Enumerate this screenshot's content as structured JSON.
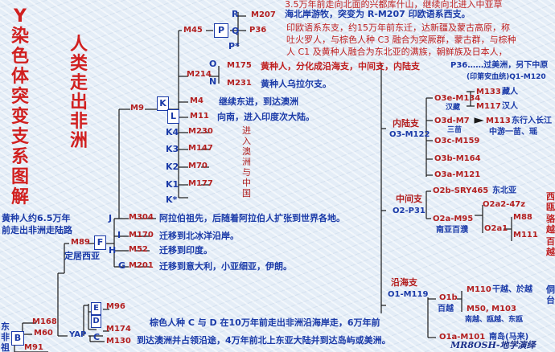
{
  "title_left": "Y染色体突变支系图解",
  "title_right": "人类走出非洲",
  "nodes": {
    "M207": "M207",
    "P36": "P36",
    "R": "R",
    "Q": "Q",
    "P": "P",
    "P_star": "P*",
    "M45": "M45",
    "O": "O",
    "N": "N",
    "M175": "M175",
    "M231": "M231",
    "M214": "M214",
    "K": "K",
    "L": "L",
    "M4": "M4",
    "M11": "M11",
    "M9": "M9",
    "K4": "K4",
    "K3": "K3",
    "K2": "K2",
    "K1": "K1",
    "K_star": "K*",
    "M230": "M230",
    "M147": "M147",
    "M70": "M70",
    "M177": "M177",
    "M304": "M304",
    "J": "J",
    "I": "I",
    "H": "H",
    "F": "F",
    "G": "G",
    "M170": "M170",
    "M52": "M52",
    "M201": "M201",
    "M89": "M89",
    "YAP": "YAP",
    "E": "E",
    "D": "D",
    "C": "C",
    "M96": "M96",
    "M174": "M174",
    "M168": "M168",
    "M130": "M130",
    "B": "B",
    "M60": "M60",
    "M91": "M91",
    "O3e_M134": "O3e-M134",
    "M133": "M133",
    "M117": "M117",
    "O3d_M7": "O3d-M7",
    "M113": "M113",
    "O3c_M159": "O3c-M159",
    "O3b_M164": "O3b-M164",
    "O3a_M121": "O3a-M121",
    "O3_M122": "O3-M122",
    "O2b_SRY465": "O2b-SRY465",
    "O2a2_47z": "O2a2-47z",
    "O2a_M95": "O2a-M95",
    "O2a1": "O2a1",
    "M88": "M88",
    "M111": "M111",
    "O2_P31": "O2-P31",
    "O1b": "O1b",
    "M110": "M110",
    "M50_M103": "M50, M103",
    "O1a_M101": "O1a-M101",
    "O1_M119": "O1-M119"
  },
  "texts": {
    "top1": "3.5万年前走向北面的兴都库什山，继续向北进入中亚草",
    "top2": "海北岸游牧，突变为 R-M207 印欧语系西支。",
    "r_desc1": "印欧语系东支，约15万年前东迁，达新疆及蒙古高原，称",
    "r_desc2": "吐火罗人，与棕色人种 C3 融合为突厥群，蒙古群，与棕种",
    "r_desc3": "人 C1 及黄种人融合为东北亚的满族，朝鲜族及日本人，",
    "q_desc": "P36……过美洲，另下中原",
    "q_desc2": "(印第安血统)Q1-M120",
    "o_desc": "黄种人，分化成沿海支，中间支，内陆支",
    "n_desc": "黄种人乌拉尔支。",
    "m4_desc": "继续东进，到达澳洲",
    "m11_desc": "向南，进入印度次大陆。",
    "k_vert": "进入澳洲与中国",
    "m304_desc": "阿拉伯祖先，后随着阿拉伯人扩张到世界各地。",
    "m170_desc": "迁移到北冰洋沿岸。",
    "m52_desc": "迁移到印度。",
    "m201_desc": "迁移到意大利，小亚细亚，伊朗。",
    "m89_desc": "定居西亚",
    "yellow_desc1": "黄种人约6.5万年",
    "yellow_desc2": "前走出非洲走陆路",
    "m174_desc": "棕色人种 C 与 D 在10万年前走出非洲沿海岸走，6万年前",
    "m130_desc": "到达澳洲并占领沿途，4万年前北上东亚大陆并到达岛屿或美洲。",
    "left_col": "东非祖先",
    "inland": "内陆支",
    "middle": "中间支",
    "coastal": "沿海支",
    "m133_desc": "藏人",
    "m117_desc": "汉人",
    "o3e_sub": "汉藏",
    "o3d_sub": "三苗",
    "m113_desc1": "东行入长江",
    "m113_desc2": "中游一苗、瑶",
    "o2b_desc": "东北亚",
    "o2a_sub": "南亚百濮",
    "o1b_sub": "百越",
    "m110_desc": "干越、於越",
    "m50_desc": "南越、瓯越、东瓯",
    "o1a_desc": "南岛(马来)",
    "far_right1": "西瓯",
    "far_right2": "骆越",
    "far_right3": "百越",
    "far_right4": "侗台",
    "signature": "MR8OSH-地学演绎"
  },
  "colors": {
    "red": "#c02020",
    "blue": "#1a3aa8",
    "background": "#e4edf7"
  }
}
